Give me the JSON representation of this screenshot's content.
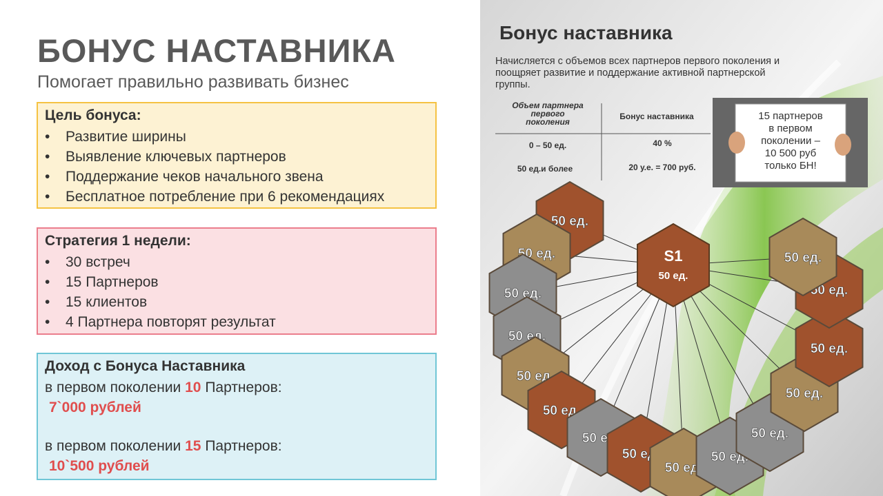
{
  "header": {
    "title": "БОНУС НАСТАВНИКА",
    "subtitle": "Помогает правильно развивать бизнес"
  },
  "goal": {
    "heading": "Цель бонуса:",
    "items": [
      "Развитие ширины",
      "Выявление ключевых партнеров",
      "Поддержание чеков начального звена",
      "Бесплатное потребление при 6 рекомендациях"
    ]
  },
  "strategy": {
    "heading": "Стратегия 1 недели:",
    "items": [
      "30 встреч",
      "15 Партнеров",
      "15 клиентов",
      "4 Партнера повторят результат"
    ]
  },
  "income": {
    "heading": "Доход с Бонуса Наставника",
    "rows": [
      {
        "prefix": "в первом поколении",
        "count": "10",
        "suffix": "Партнеров:",
        "amount": "7`000 рублей"
      },
      {
        "prefix": "в первом поколении",
        "count": "15",
        "suffix": "Партнеров:",
        "amount": "10`500 рублей"
      }
    ]
  },
  "slide": {
    "title": "Бонус наставника",
    "description_lines": [
      "Начисляется с объемов всех партнеров первого поколения и",
      "поощряет развитие и поддержание активной партнерской",
      "группы."
    ],
    "table": {
      "col1_header": [
        "Объем партнера",
        "первого",
        "поколения"
      ],
      "col2_header": "Бонус наставника",
      "rows": [
        {
          "volume": "0 – 50 ед.",
          "bonus": "40 %"
        },
        {
          "volume": "50 ед.и более",
          "bonus": "20 у.е. = 700 руб."
        }
      ]
    },
    "sign_lines": [
      "15 партнеров",
      "в первом",
      "поколении –",
      "10 500 руб",
      "только БН!"
    ],
    "center_hex": {
      "label": "S1",
      "sub": "50 ед."
    },
    "hex_label": "50 ед.",
    "colors": {
      "brown": "#a0522d",
      "tan": "#a88a5a",
      "gray": "#8e8e8e",
      "green": "#7fc241"
    }
  }
}
